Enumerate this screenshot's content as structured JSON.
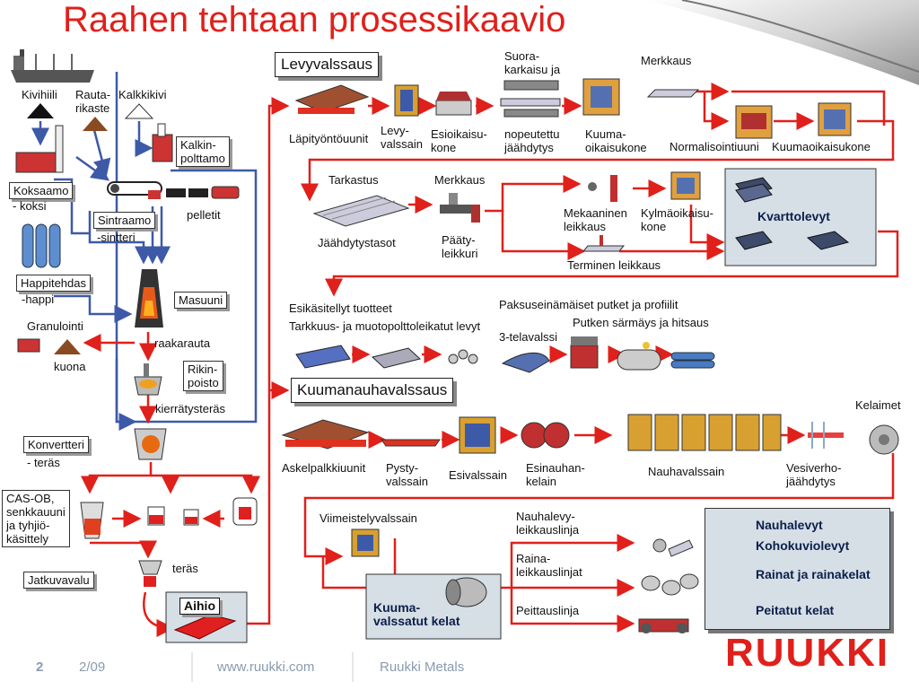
{
  "title": "Raahen tehtaan prosessikaavio",
  "footer": {
    "page": "2",
    "date": "2/09",
    "url": "www.ruukki.com",
    "company": "Ruukki Metals"
  },
  "brand": "RUUKKI",
  "raw": {
    "kivihiili": "Kivihiili",
    "rautarikaste": "Rauta-\nrikaste",
    "kalkkikivi": "Kalkkikivi",
    "kalkinpolttamo": "Kalkin-\npolttamo",
    "koksaamo": "Koksaamo",
    "koksi": "- koksi",
    "sintraamo": "Sintraamo",
    "sintteri": "-sintteri",
    "pelletit": "pelletit",
    "happitehdas": "Happitehdas",
    "happi": "-happi",
    "masuuni": "Masuuni",
    "granulointi": "Granulointi",
    "kuona": "kuona",
    "raakarauta": "raakarauta",
    "rikinpoisto": "Rikin-\npoisto",
    "kierratysteras": "kierrätysteräs",
    "konvertteri": "Konvertteri",
    "teras1": "- teräs",
    "casob": "CAS-OB,\nsenkkauuni\nja tyhjiö-\nkäsittely",
    "teras2": "teräs",
    "jatkuvavalu": "Jatkuvavalu",
    "aihio": "Aihio"
  },
  "levy": {
    "heading": "Levyvalssaus",
    "lapityontouunit": "Läpityöntöuunit",
    "levyvalssain": "Levy-\nvalssain",
    "esioikaisukone": "Esioikaisu-\nkone",
    "suorakarkaisu": "Suora-\nkarkaisu ja",
    "nopeutettu": "nopeutettu\njäähdytys",
    "kuumaoikaisukone1": "Kuuma-\noikaisukone",
    "merkkaus1": "Merkkaus",
    "normalisointiuuni": "Normalisointiuuni",
    "kuumaoikaisukone2": "Kuumaoikaisukone",
    "tarkastus": "Tarkastus",
    "jaahdytystasot": "Jäähdytystasot",
    "merkkaus2": "Merkkaus",
    "paatyleikkuri": "Pääty-\nleikkuri",
    "mekaaninen": "Mekaaninen\nleikkaus",
    "kylmaoikaisukone": "Kylmäoikaisu-\nkone",
    "terminen": "Terminen leikkaus",
    "kvarttolevyt": "Kvarttolevyt",
    "esikasitellyt": "Esikäsitellyt tuotteet",
    "tarkkuus": "Tarkkuus- ja muotopolttoleikatut levyt",
    "paksuseinamaiset": "Paksuseinämäiset putket ja profiilit",
    "telavalssi": "3-telavalssi",
    "putken": "Putken särmäys ja hitsaus"
  },
  "nauha": {
    "heading": "Kuumanauhavalssaus",
    "askelpalkkiuunit": "Askelpalkkiuunit",
    "pystyvalssain": "Pysty-\nvalssain",
    "esivalssain": "Esivalssain",
    "esinauhankelain": "Esinauhan-\nkelain",
    "nauhavalssain": "Nauhavalssain",
    "kelaimet": "Kelaimet",
    "vesiverho": "Vesiverho-\njäähdytys",
    "viimeistelyvalssain": "Viimeistelyvalssain",
    "kuumavalssatut": "Kuuma-\nvalssatut kelat",
    "nauhalevy": "Nauhalevy-\nleikkauslinja",
    "raina": "Raina-\nleikkauslinjat",
    "peittaus": "Peittauslinja"
  },
  "legend": [
    "Nauhalevyt",
    "Kohokuviolevyt",
    "Rainat ja rainakelat",
    "Peitatut kelat"
  ],
  "colors": {
    "red": "#e0201b",
    "blue": "#3d5aa8",
    "navy": "#0b1f4a",
    "panel": "#d6dee6"
  }
}
